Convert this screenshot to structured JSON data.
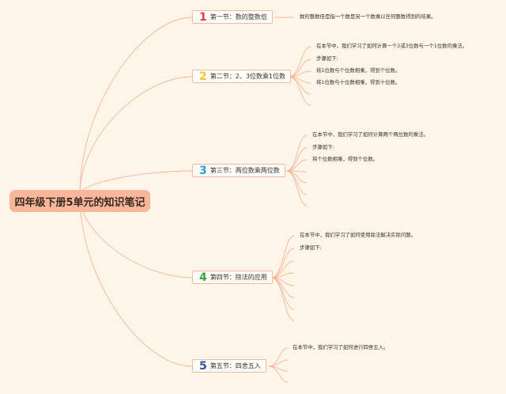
{
  "root": {
    "title": "四年级下册5单元的知识笔记"
  },
  "sections": [
    {
      "num": "1",
      "title": "第一节：数的整数倍",
      "color": "#e8344b",
      "notes": [
        "数的整数倍是指一个数是另一个数乘以任何整数得到的结果。"
      ]
    },
    {
      "num": "2",
      "title": "第二节：2、3位数乘1位数",
      "color": "#f2c531",
      "notes": [
        "在本节中，我们学习了如何计算一个2或3位数与一个1位数的乘法。",
        "步骤如下:",
        "将1位数与个位数相乘，得到个位数。",
        "将1位数与十位数相乘，得到十位数。"
      ]
    },
    {
      "num": "3",
      "title": "第三节：两位数乘两位数",
      "color": "#2a9fd8",
      "notes": [
        "在本节中，我们学习了如何计算两个两位数的乘法。",
        "步骤如下:",
        "将个位数相乘，得到个位数。"
      ]
    },
    {
      "num": "4",
      "title": "第四节：除法的应用",
      "color": "#3aa63a",
      "notes": [
        "在本节中，我们学习了如何使用除法解决实际问题。",
        "步骤如下:"
      ]
    },
    {
      "num": "5",
      "title": "第五节：四舍五入",
      "color": "#3b4fa3",
      "notes": [
        "在本节中，我们学习了如何进行四舍五入。"
      ]
    }
  ],
  "colors": {
    "background": "#fdf6e8",
    "line": "#f5b49c",
    "root_fill": "#f6b79b"
  }
}
